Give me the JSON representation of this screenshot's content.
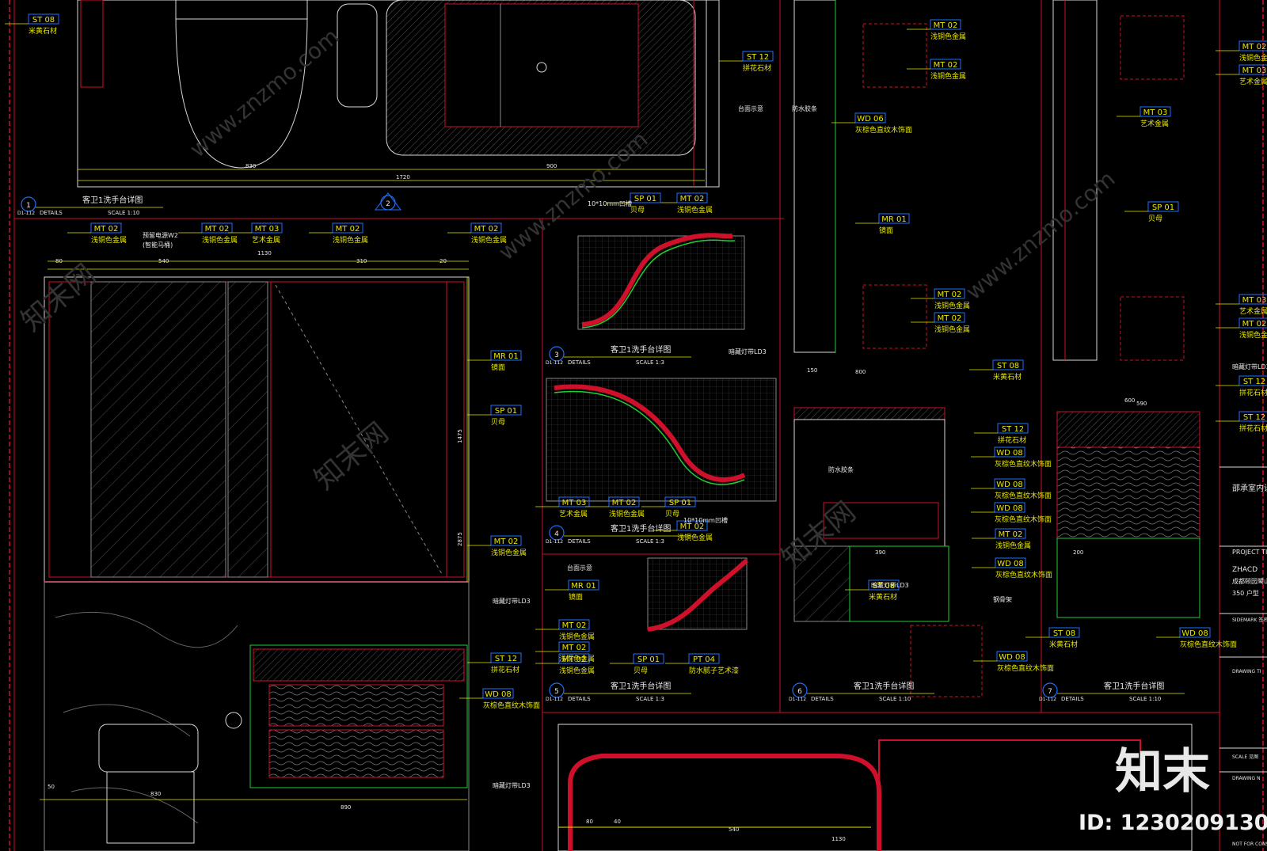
{
  "colors": {
    "background": "#000000",
    "frame_red": "#d0102a",
    "line_white": "#d9d9d9",
    "dim_yellow": "#e6e600",
    "tag_cyan": "#1f6fff",
    "tag_text": "#e8e800",
    "green_line": "#22cc33",
    "hatch_red": "#c21a2b"
  },
  "watermark": {
    "brand": "知末",
    "id_label": "ID: 1230209130",
    "site": "www.znzmo.com",
    "brand_cn": "知末网"
  },
  "titles": [
    {
      "num": "1",
      "sheet": "D1-112",
      "name": "客卫1洗手台详图",
      "details": "DETAILS",
      "scale": "SCALE 1:10"
    },
    {
      "num": "2",
      "sheet": "",
      "name": "",
      "details": "",
      "scale": ""
    },
    {
      "num": "3",
      "sheet": "D1-112",
      "name": "客卫1洗手台详图",
      "details": "DETAILS",
      "scale": "SCALE 1:3"
    },
    {
      "num": "4",
      "sheet": "D1-112",
      "name": "客卫1洗手台详图",
      "details": "DETAILS",
      "scale": "SCALE 1:3"
    },
    {
      "num": "5",
      "sheet": "D1-112",
      "name": "客卫1洗手台详图",
      "details": "DETAILS",
      "scale": "SCALE 1:3"
    },
    {
      "num": "6",
      "sheet": "D1-112",
      "name": "客卫1洗手台详图",
      "details": "DETAILS",
      "scale": "SCALE 1:10"
    },
    {
      "num": "7",
      "sheet": "D1-112",
      "name": "客卫1洗手台详图",
      "details": "DETAILS",
      "scale": "SCALE 1:10"
    }
  ],
  "tags": [
    {
      "code": "ST 08",
      "desc": "米黄石材"
    },
    {
      "code": "ST 12",
      "desc": "拼花石材"
    },
    {
      "code": "MT 02",
      "desc": "浅铜色金属"
    },
    {
      "code": "MT 02",
      "desc": "浅铜色金属"
    },
    {
      "code": "MT 03",
      "desc": "艺术金属"
    },
    {
      "code": "MT 02",
      "desc": "浅铜色金属"
    },
    {
      "code": "MT 02",
      "desc": "浅铜色金属"
    },
    {
      "code": "MT 02",
      "desc": "浅铜色金属"
    },
    {
      "code": "MR 01",
      "desc": "镜面"
    },
    {
      "code": "SP 01",
      "desc": "贝母"
    },
    {
      "code": "MT 02",
      "desc": "浅铜色金属"
    },
    {
      "code": "ST 12",
      "desc": "拼花石材"
    },
    {
      "code": "WD 08",
      "desc": "灰棕色直纹木饰面"
    },
    {
      "code": "SP 01",
      "desc": "贝母"
    },
    {
      "code": "MT 02",
      "desc": "浅铜色金属"
    },
    {
      "code": "MT 03",
      "desc": "艺术金属"
    },
    {
      "code": "MT 02",
      "desc": "浅铜色金属"
    },
    {
      "code": "SP 01",
      "desc": "贝母"
    },
    {
      "code": "MT 02",
      "desc": "浅铜色金属"
    },
    {
      "code": "MR 01",
      "desc": "镜面"
    },
    {
      "code": "MT 02",
      "desc": "浅铜色金属"
    },
    {
      "code": "MT 02",
      "desc": "浅铜色金属"
    },
    {
      "code": "SP 01",
      "desc": "贝母"
    },
    {
      "code": "PT 04",
      "desc": "防水腻子艺术漆"
    },
    {
      "code": "MT 02",
      "desc": "浅铜色金属"
    },
    {
      "code": "MT 02",
      "desc": "浅铜色金属"
    },
    {
      "code": "WD 06",
      "desc": "灰棕色直纹木饰面"
    },
    {
      "code": "MR 01",
      "desc": "镜面"
    },
    {
      "code": "MT 02",
      "desc": "浅铜色金属"
    },
    {
      "code": "MT 02",
      "desc": "浅铜色金属"
    },
    {
      "code": "ST 08",
      "desc": "米黄石材"
    },
    {
      "code": "ST 12",
      "desc": "拼花石材"
    },
    {
      "code": "WD 08",
      "desc": "灰棕色直纹木饰面"
    },
    {
      "code": "WD 08",
      "desc": "灰棕色直纹木饰面"
    },
    {
      "code": "WD 08",
      "desc": "灰棕色直纹木饰面"
    },
    {
      "code": "MT 02",
      "desc": "浅铜色金属"
    },
    {
      "code": "WD 08",
      "desc": "灰棕色直纹木饰面"
    },
    {
      "code": "ST 08",
      "desc": "米黄石材"
    },
    {
      "code": "WD 08",
      "desc": "灰棕色直纹木饰面"
    },
    {
      "code": "MT 03",
      "desc": "艺术金属"
    },
    {
      "code": "SP 01",
      "desc": "贝母"
    },
    {
      "code": "MT 02",
      "desc": "浅铜色金属"
    },
    {
      "code": "MT 03",
      "desc": "艺术金属"
    },
    {
      "code": "MT 03",
      "desc": "艺术金属"
    },
    {
      "code": "MT 02",
      "desc": "浅铜色金属"
    },
    {
      "code": "ST 12",
      "desc": "拼花石材"
    },
    {
      "code": "ST 12",
      "desc": "拼花石材"
    },
    {
      "code": "ST 08",
      "desc": "米黄石材"
    },
    {
      "code": "WD 08",
      "desc": "灰棕色直纹木饰面"
    }
  ],
  "notes": [
    "暗藏灯带LD3",
    "暗藏灯带LD3",
    "暗藏灯带LD3",
    "防水胶条",
    "台面示意",
    "10*10mm凹槽",
    "10*10mm凹槽",
    "预留电源W2",
    "(智能马桶)",
    "钢骨架",
    "台面示意",
    "防水胶条",
    "暗藏灯带LD3",
    "暗藏灯带LD3"
  ],
  "dimensions": [
    "830",
    "900",
    "1720",
    "540",
    "1130",
    "310",
    "80",
    "20",
    "50",
    "2875",
    "1475",
    "800",
    "590",
    "600",
    "200",
    "390",
    "150",
    "830",
    "890",
    "80",
    "40",
    "1130",
    "540"
  ],
  "title_block": {
    "company": "邵承室内设计(上海)",
    "project_title": "PROJECT TI",
    "client": "ZHACD",
    "project_name": "成都颐园鹭山",
    "unit": "350 户型",
    "sidemark": "SIDEMARK 签名/日期",
    "drawing_title": "DRAWING TI",
    "scale": "SCALE 见图",
    "drawing_no": "DRAWING N",
    "status": "NOT FOR CONS"
  }
}
